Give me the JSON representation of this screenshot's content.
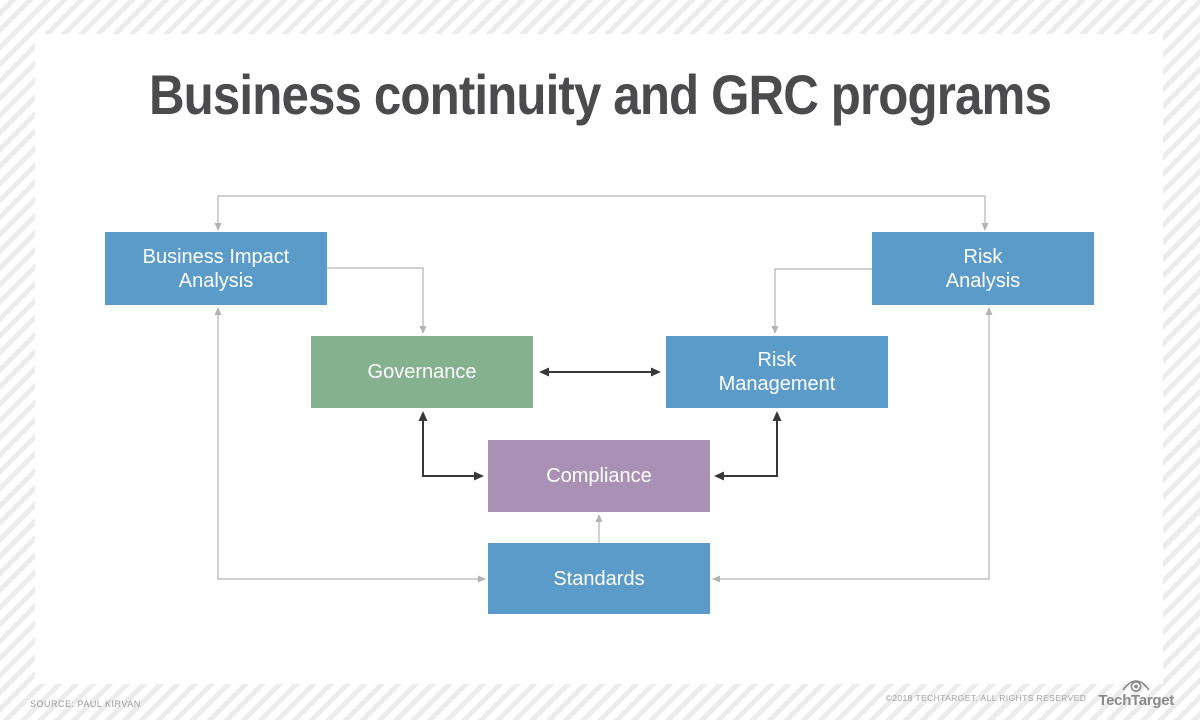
{
  "page": {
    "title": "Business continuity and GRC programs"
  },
  "diagram": {
    "nodes": [
      {
        "id": "business-impact-analysis",
        "label": "Business Impact\nAnalysis",
        "color": "#5b9bc9"
      },
      {
        "id": "risk-analysis",
        "label": "Risk\nAnalysis",
        "color": "#5b9bc9"
      },
      {
        "id": "governance",
        "label": "Governance",
        "color": "#85b18f"
      },
      {
        "id": "risk-management",
        "label": "Risk\nManagement",
        "color": "#5b9bc9"
      },
      {
        "id": "compliance",
        "label": "Compliance",
        "color": "#a991b6"
      },
      {
        "id": "standards",
        "label": "Standards",
        "color": "#5b9bc9"
      }
    ],
    "connector_colors": {
      "flow": "#b3b3b3",
      "interaction": "#383838"
    }
  },
  "footer": {
    "source": "SOURCE: PAUL KIRVAN",
    "copyright": "©2018 TECHTARGET. ALL RIGHTS RESERVED",
    "brand": "TechTarget"
  }
}
